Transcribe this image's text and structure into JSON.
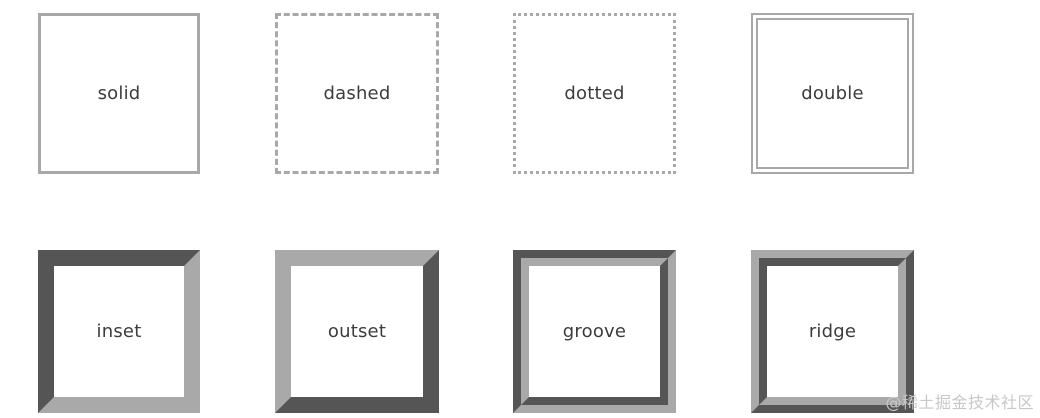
{
  "boxes": {
    "solid": {
      "label": "solid"
    },
    "dashed": {
      "label": "dashed"
    },
    "dotted": {
      "label": "dotted"
    },
    "double": {
      "label": "double"
    },
    "inset": {
      "label": "inset"
    },
    "outset": {
      "label": "outset"
    },
    "groove": {
      "label": "groove"
    },
    "ridge": {
      "label": "ridge"
    }
  },
  "colors": {
    "light_border": "#a8a8a8",
    "dark_border": "#555555",
    "label_text": "#3c3c3c",
    "background": "#ffffff"
  },
  "watermark": "@稀土掘金技术社区"
}
